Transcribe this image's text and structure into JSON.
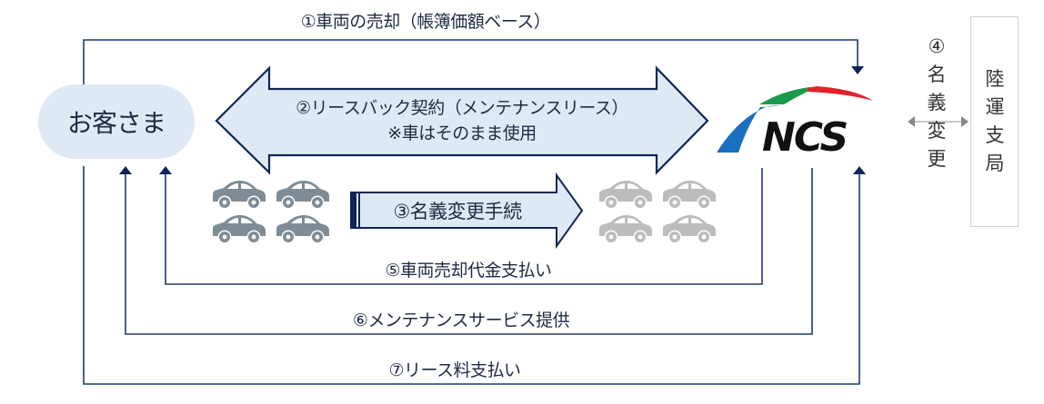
{
  "flows": {
    "step1": "①車両の売却（帳簿価額ベース）",
    "step2_line1": "②リースバック契約（メンテナンスリース）",
    "step2_line2": "※車はそのまま使用",
    "step3": "③名義変更手続",
    "step4": [
      "④",
      "名",
      "義",
      "変",
      "更"
    ],
    "step5": "⑤車両売却代金支払い",
    "step6": "⑥メンテナンスサービス提供",
    "step7": "⑦リース料支払い"
  },
  "actors": {
    "customer": "お客さま",
    "company_logo": "NCS",
    "transport_office": [
      "陸",
      "運",
      "支",
      "局"
    ]
  },
  "colors": {
    "line": "#1f3a6e",
    "arrow_fill": "#dfe9f5",
    "arrow_stroke": "#0f2557",
    "car_before": "#7d8c96",
    "car_after": "#bcbcbc",
    "logo_blue": "#1a6fbf",
    "logo_green": "#1a9a4a",
    "logo_red": "#e0222a",
    "logo_text": "#111111"
  }
}
